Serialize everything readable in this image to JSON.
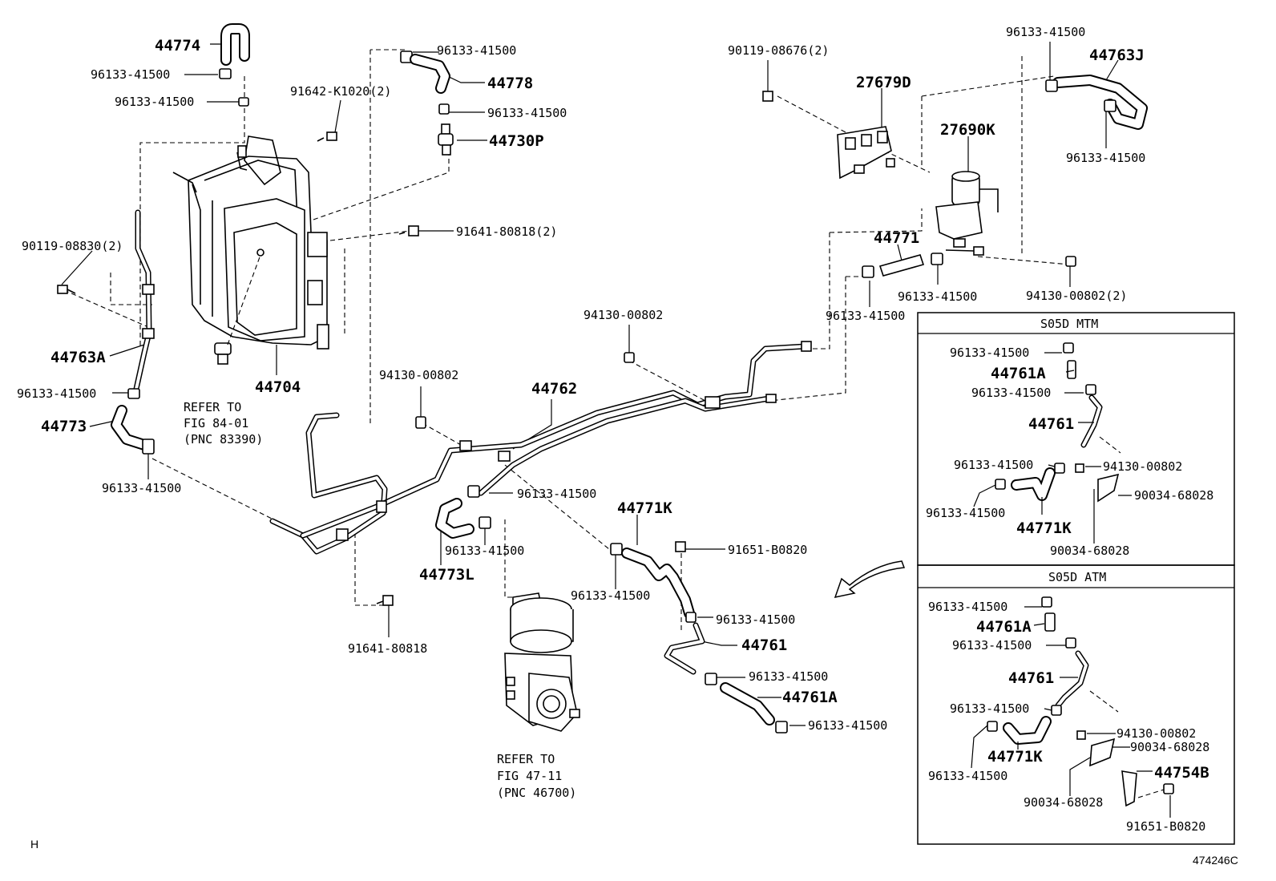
{
  "labels": {
    "p44774": "44774",
    "p96133_a": "96133-41500",
    "p96133_b": "96133-41500",
    "p96133_c": "96133-41500",
    "p44778": "44778",
    "p96133_d": "96133-41500",
    "p44730P": "44730P",
    "p91642": "91642-K1020(2)",
    "p90119_08830": "90119-08830(2)",
    "p91641_a": "91641-80818(2)",
    "p44763A": "44763A",
    "p96133_e": "96133-41500",
    "p44773": "44773",
    "p96133_f": "96133-41500",
    "p44704": "44704",
    "p90119_08676": "90119-08676(2)",
    "p27679D": "27679D",
    "p96133_g": "96133-41500",
    "p44763J": "44763J",
    "p27690K": "27690K",
    "p96133_h": "96133-41500",
    "p44771": "44771",
    "p96133_i": "96133-41500",
    "p94130_a": "94130-00802(2)",
    "p96133_j": "96133-41500",
    "p94130_b": "94130-00802",
    "p94130_c": "94130-00802",
    "p44762": "44762",
    "p96133_k": "96133-41500",
    "p44771K": "44771K",
    "p91651": "91651-B0820",
    "p96133_l": "96133-41500",
    "p44773L": "44773L",
    "p96133_m": "96133-41500",
    "p96133_n": "96133-41500",
    "p44761": "44761",
    "p96133_o": "96133-41500",
    "p44761A": "44761A",
    "p96133_p": "96133-41500",
    "p91641_b": "91641-80818"
  },
  "refer_notes": {
    "note1": [
      "REFER TO",
      "FIG 84-01",
      "(PNC 83390)"
    ],
    "note2": [
      "REFER TO",
      "FIG 47-11",
      "(PNC 46700)"
    ]
  },
  "inset_mtm": {
    "title": "S05D MTM",
    "labels": {
      "a": "96133-41500",
      "b": "44761A",
      "c": "96133-41500",
      "d": "44761",
      "e": "96133-41500",
      "f": "94130-00802",
      "g": "96133-41500",
      "h": "90034-68028",
      "i": "44771K",
      "j": "90034-68028"
    }
  },
  "inset_atm": {
    "title": "S05D ATM",
    "labels": {
      "a": "96133-41500",
      "b": "44761A",
      "c": "96133-41500",
      "d": "44761",
      "e": "96133-41500",
      "f": "94130-00802",
      "g": "90034-68028",
      "h": "44771K",
      "i": "44754B",
      "j": "96133-41500",
      "k": "90034-68028",
      "l": "91651-B0820"
    }
  },
  "corner_mark": "H",
  "figure_id": "474246C"
}
